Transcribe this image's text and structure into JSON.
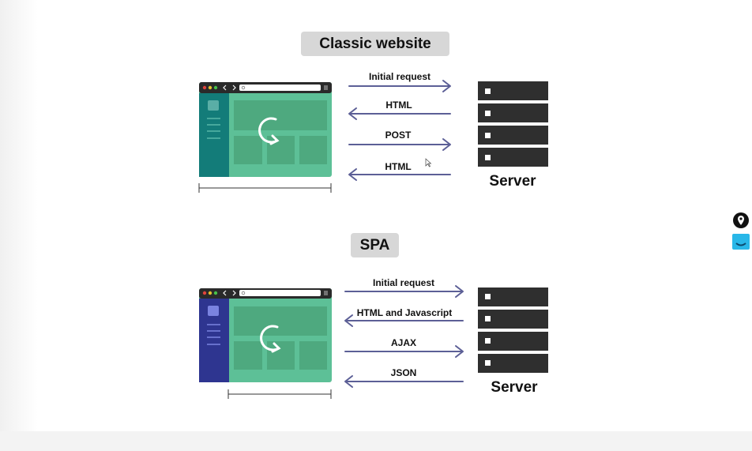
{
  "classic": {
    "title": "Classic website",
    "arrows": [
      "Initial request",
      "HTML",
      "POST",
      "HTML"
    ],
    "server_label": "Server"
  },
  "spa": {
    "title": "SPA",
    "arrows": [
      "Initial request",
      "HTML and Javascript",
      "AJAX",
      "JSON"
    ],
    "server_label": "Server"
  },
  "colors": {
    "arrow": "#5c5f96",
    "screen_green": "#5dc097",
    "panel_green": "#4ea97f",
    "classic_sidebar": "#137c79",
    "spa_sidebar": "#2e3590",
    "server_block": "#2f2f2f",
    "pill_bg": "#d7d7d7"
  },
  "icons": [
    "reload-icon",
    "back-chevron-icon",
    "forward-chevron-icon",
    "search-icon",
    "menu-icon",
    "server-icon",
    "location-pin-icon",
    "widget-icon"
  ]
}
